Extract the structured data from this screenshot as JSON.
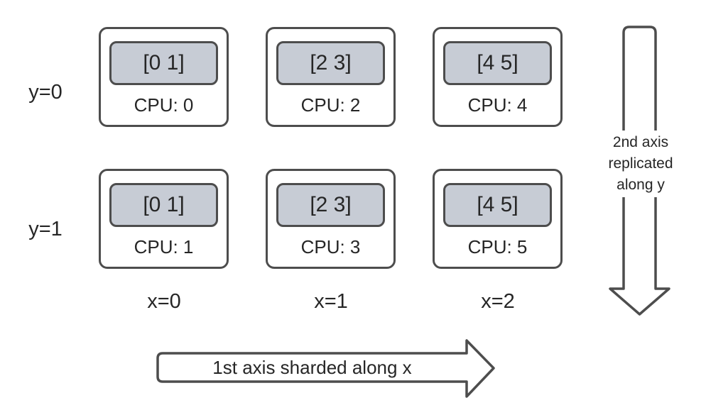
{
  "colors": {
    "stroke": "#4d4d4d",
    "chip_fill": "#c7ccd5",
    "text": "#262626",
    "bg": "#ffffff"
  },
  "grid": {
    "rows": [
      {
        "y_label": "y=0",
        "devices": [
          {
            "shard": "[0 1]",
            "cpu": "CPU: 0"
          },
          {
            "shard": "[2 3]",
            "cpu": "CPU: 2"
          },
          {
            "shard": "[4 5]",
            "cpu": "CPU: 4"
          }
        ]
      },
      {
        "y_label": "y=1",
        "devices": [
          {
            "shard": "[0 1]",
            "cpu": "CPU: 1"
          },
          {
            "shard": "[2 3]",
            "cpu": "CPU: 3"
          },
          {
            "shard": "[4 5]",
            "cpu": "CPU: 5"
          }
        ]
      }
    ],
    "x_labels": [
      "x=0",
      "x=1",
      "x=2"
    ]
  },
  "arrows": {
    "vertical": {
      "direction": "down",
      "label": "2nd axis replicated along y",
      "lines": [
        "2nd axis",
        "replicated",
        "along y"
      ]
    },
    "horizontal": {
      "direction": "right",
      "label": "1st axis sharded along x"
    }
  }
}
